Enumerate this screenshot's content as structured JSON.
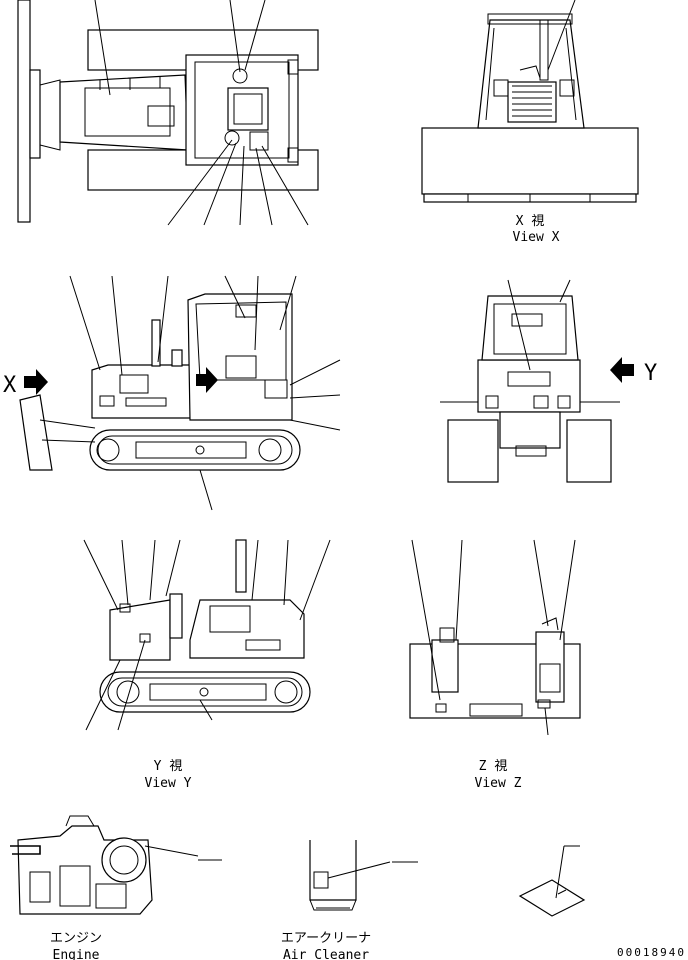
{
  "views": {
    "x": {
      "jp": "X 視",
      "en": "View X"
    },
    "y": {
      "jp": "Y 視",
      "en": "View Y"
    },
    "z": {
      "jp": "Z 視",
      "en": "View Z"
    }
  },
  "arrow_labels": {
    "x": "X",
    "y": "Y"
  },
  "details": {
    "engine": {
      "jp": "エンジン",
      "en": "Engine"
    },
    "air_cleaner": {
      "jp": "エアークリーナ",
      "en": "Air Cleaner"
    }
  },
  "drawing_number": "00018940"
}
